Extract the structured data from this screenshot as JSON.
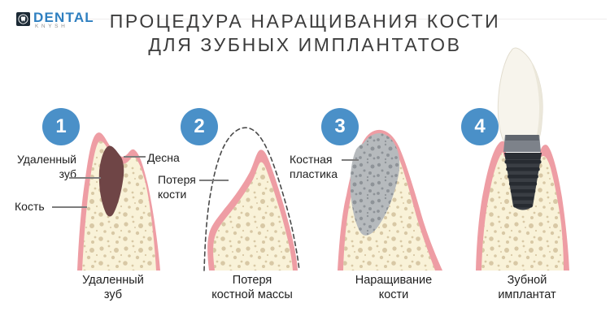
{
  "brand": {
    "name": "DENTAL",
    "subname": "KNYSH",
    "accent_color": "#2e7fc0"
  },
  "title": {
    "line1": "ПРОЦЕДУРА НАРАЩИВАНИЯ КОСТИ",
    "line2": "ДЛЯ ЗУБНЫХ ИМПЛАНТАТОВ"
  },
  "steps": [
    {
      "number": "1",
      "caption": [
        "Удаленный",
        "зуб"
      ]
    },
    {
      "number": "2",
      "caption": [
        "Потеря",
        "костной массы"
      ]
    },
    {
      "number": "3",
      "caption": [
        "Наращивание",
        "кости"
      ]
    },
    {
      "number": "4",
      "caption": [
        "Зубной",
        "имплантат"
      ]
    }
  ],
  "labels": {
    "removed_tooth": [
      "Удаленный",
      "зуб"
    ],
    "gum": "Десна",
    "bone": "Кость",
    "bone_loss": [
      "Потеря",
      "кости"
    ],
    "bone_graft": [
      "Костная",
      "пластика"
    ]
  },
  "colors": {
    "step_badge": "#4a90c8",
    "gum": "#ee9da4",
    "bone": "#f9f2d8",
    "bone_speckle": "#d8c8a5",
    "socket": "#6f4546",
    "graft": "#b6babd",
    "graft_speckle": "#8e9398",
    "implant": "#3a3e44",
    "crown": "#f7f4ec"
  }
}
